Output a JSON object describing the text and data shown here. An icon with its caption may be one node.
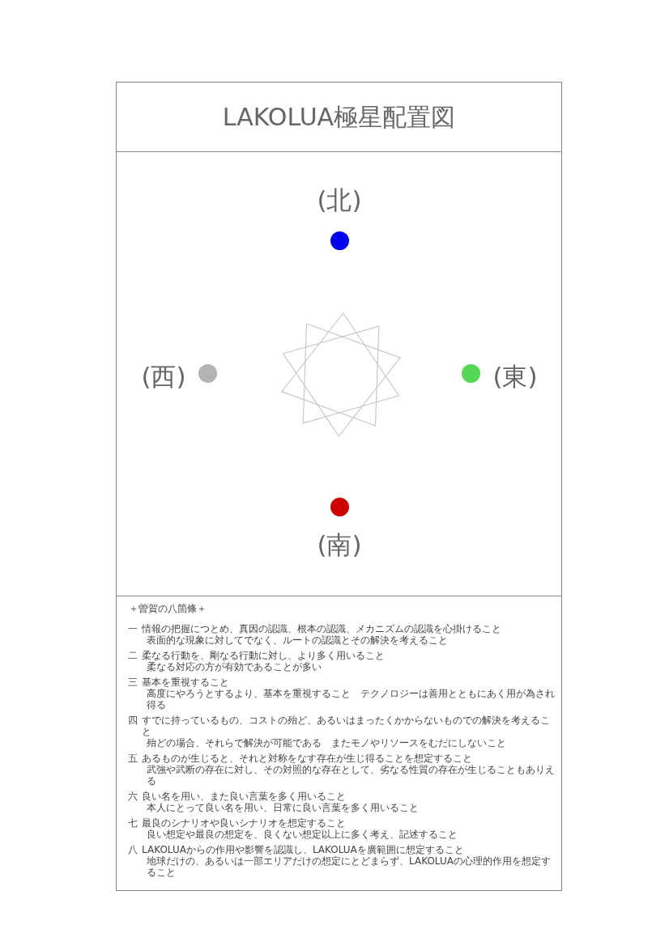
{
  "diagram": {
    "title": "LAKOLUA極星配置図",
    "nodes": [
      {
        "text": [],
        "shape": "circle",
        "beside": [
          "(北)"
        ]
      },
      {
        "text": [],
        "shape": "circle",
        "beside": [
          "(西)"
        ]
      },
      {
        "text": [],
        "shape": "circle",
        "beside": [
          "(東)"
        ]
      },
      {
        "text": [],
        "shape": "circle",
        "beside": [
          "(南)"
        ]
      }
    ],
    "edges": [],
    "labels": [
      "＋曽賀の八箇條＋",
      "一",
      "情報の把握につとめ、真因の認識、根本の認識、メカニズムの認識を心掛けること",
      "表面的な現象に対してでなく、ルートの認識とその解決を考えること",
      "二",
      "柔なる行動を、剛なる行動に対し、より多く用いること",
      "柔なる対応の方が有効であることが多い",
      "三",
      "基本を重視すること",
      "高度にやろうとするより、基本を重視すること　テクノロジーは善用とともにあく用が為され得る",
      "四",
      "すでに持っているもの、コストの殆ど、あるいはまったくかからないものでの解決を考えること",
      "殆どの場合、それらで解決が可能である　またモノやリソースをむだにしないこと",
      "五",
      "あるものが生じると、それと対称をなす存在が生じ得ることを想定すること",
      "武強や武断の存在に対し、その対照的な存在として、劣なる性質の存在が生じることもありえる",
      "六",
      "良い名を用い、また良い言葉を多く用いること",
      "本人にとって良い名を用い、日常に良い言葉を多く用いること",
      "七",
      "最良のシナリオや良いシナリオを想定すること",
      "良い想定や最良の想定を、良くない想定以上に多く考え、記述すること",
      "八",
      "LAKOLUAからの作用や影響を認識し、LAKOLUAを廣範囲に想定すること",
      "地球だけの、あるいは一部エリアだけの想定にとどまらず、LAKOLUAの心理的作用を想定すること"
    ]
  }
}
